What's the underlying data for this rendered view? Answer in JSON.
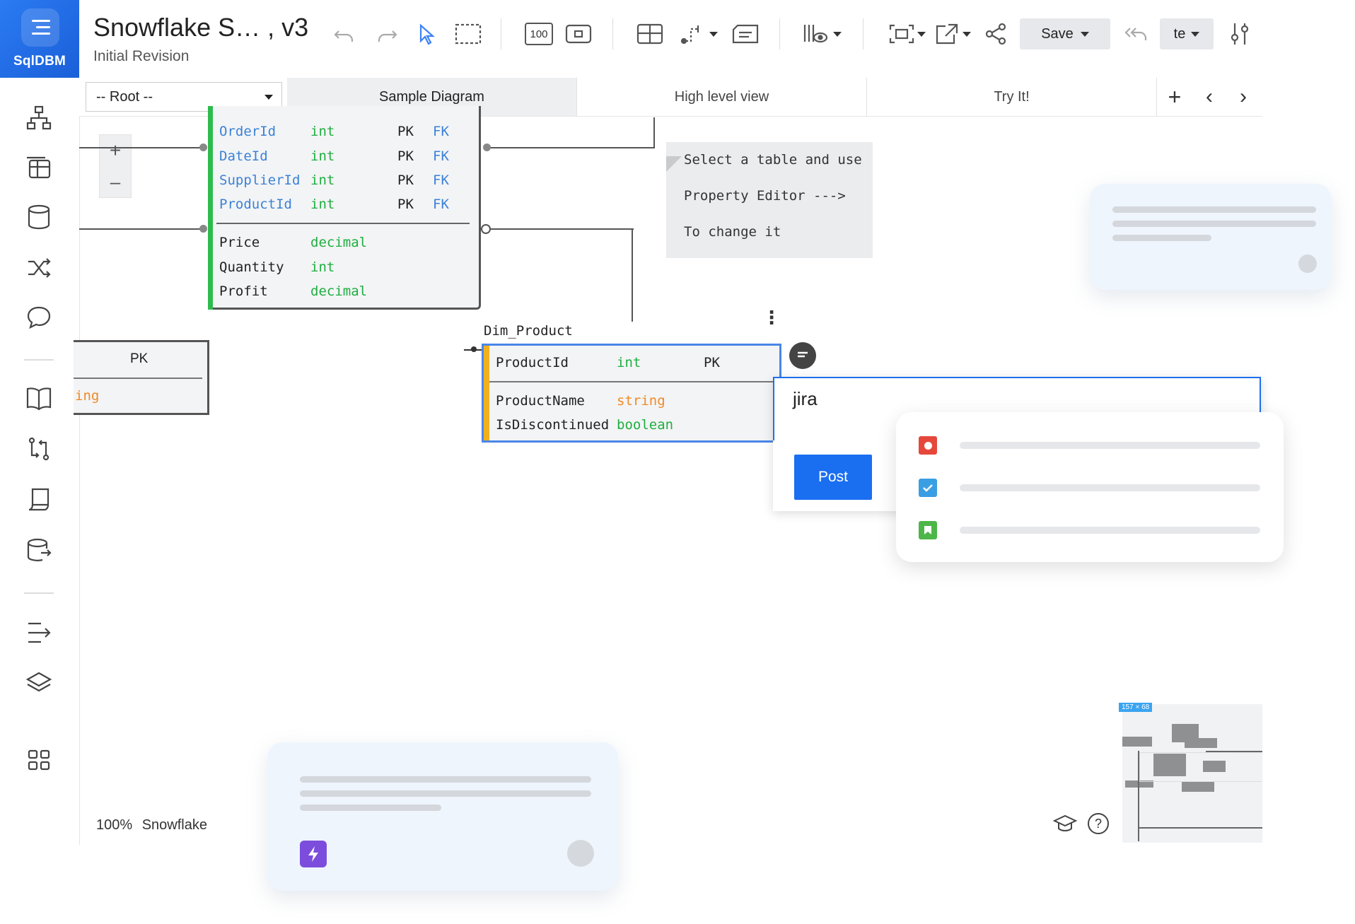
{
  "app": {
    "logo_text": "SqlDBM",
    "project_title": "Snowflake S…  , v3",
    "revision": "Initial Revision"
  },
  "toolbar": {
    "icons": [
      "undo-icon",
      "redo-icon",
      "pointer-icon",
      "marquee-select-icon",
      "zoom-100-icon",
      "fit-icon",
      "table-icon",
      "connector-icon",
      "note-icon",
      "view-options-icon",
      "fit-screen-icon",
      "export-icon",
      "share-icon",
      "revert-icon",
      "settings-sliders-icon"
    ],
    "zoom_100_label": "100",
    "save_label": "Save",
    "user_label": "te"
  },
  "tabs": {
    "root_select": "-- Root --",
    "items": [
      {
        "label": "Sample Diagram",
        "active": true
      },
      {
        "label": "High level view",
        "active": false
      },
      {
        "label": "Try It!",
        "active": false
      }
    ],
    "add_label": "+",
    "prev_label": "‹",
    "next_label": "›"
  },
  "zoom_controls": {
    "plus": "+",
    "minus": "–"
  },
  "fact_table": {
    "keys": [
      {
        "name": "OrderId",
        "type": "int",
        "pk": "PK",
        "fk": "FK"
      },
      {
        "name": "DateId",
        "type": "int",
        "pk": "PK",
        "fk": "FK"
      },
      {
        "name": "SupplierId",
        "type": "int",
        "pk": "PK",
        "fk": "FK"
      },
      {
        "name": "ProductId",
        "type": "int",
        "pk": "PK",
        "fk": "FK"
      }
    ],
    "columns": [
      {
        "name": "Price",
        "type": "decimal"
      },
      {
        "name": "Quantity",
        "type": "int"
      },
      {
        "name": "Profit",
        "type": "decimal"
      }
    ]
  },
  "partial_table": {
    "pk_label": "PK",
    "partial_type": "ing"
  },
  "note": {
    "lines": [
      "Select a table and use",
      "Property Editor --->",
      "To change it"
    ]
  },
  "dim_product": {
    "title": "Dim_Product",
    "key": {
      "name": "ProductId",
      "type": "int",
      "pk": "PK"
    },
    "columns": [
      {
        "name": "ProductName",
        "type": "string"
      },
      {
        "name": "IsDiscontinued",
        "type": "boolean"
      }
    ]
  },
  "comment": {
    "input_value": "jira",
    "post_label": "Post"
  },
  "jira_popup": {
    "statuses": [
      "bug-status-icon",
      "task-status-icon",
      "story-status-icon"
    ],
    "colors": [
      "#e5483b",
      "#3a9ee3",
      "#4cb648"
    ]
  },
  "minimap": {
    "size_badge": "157 × 68"
  },
  "status": {
    "zoom": "100%",
    "db": "Snowflake"
  },
  "colors": {
    "brand": "#1f6feb",
    "fact_accent": "#2dbb4e",
    "dim_accent": "#f2b01e",
    "action": "#1a6ef0"
  }
}
